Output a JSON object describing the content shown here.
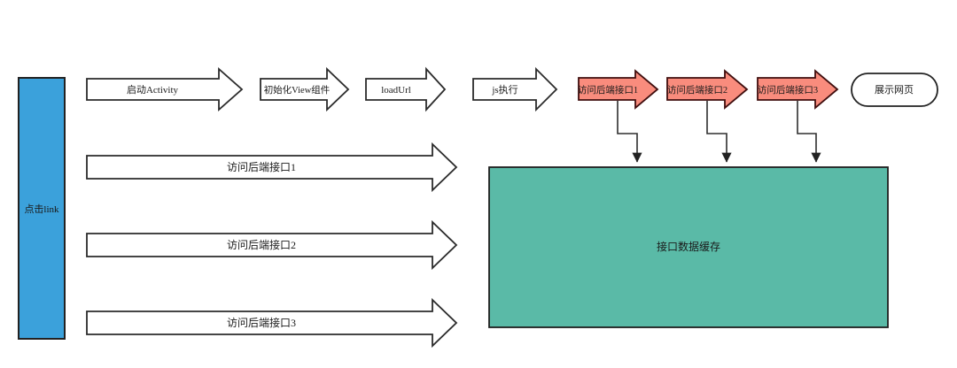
{
  "diagram": {
    "background": "#ffffff",
    "colors": {
      "node_blue": "#3BA1DB",
      "node_salmon": "#F98C7D",
      "salmon_border": "#3f0e0e",
      "node_teal": "#5ABAA7",
      "outline": "#2b2b2b",
      "text": "#1a1a1a",
      "connector": "#2e2e2e"
    },
    "start_node": {
      "label": "点击link"
    },
    "top_flow": [
      {
        "label": "启动Activity",
        "type": "arrow-white"
      },
      {
        "label": "初始化View组件",
        "type": "arrow-white"
      },
      {
        "label": "loadUrl",
        "type": "arrow-white"
      },
      {
        "label": "js执行",
        "type": "arrow-white"
      },
      {
        "label": "访问后端接口1",
        "type": "arrow-red"
      },
      {
        "label": "访问后端接口2",
        "type": "arrow-red"
      },
      {
        "label": "访问后端接口3",
        "type": "arrow-red"
      }
    ],
    "end_node": {
      "label": "展示网页"
    },
    "long_arrows": [
      {
        "label": "访问后端接口1"
      },
      {
        "label": "访问后端接口2"
      },
      {
        "label": "访问后端接口3"
      }
    ],
    "cache_box": {
      "label": "接口数据缓存"
    }
  }
}
